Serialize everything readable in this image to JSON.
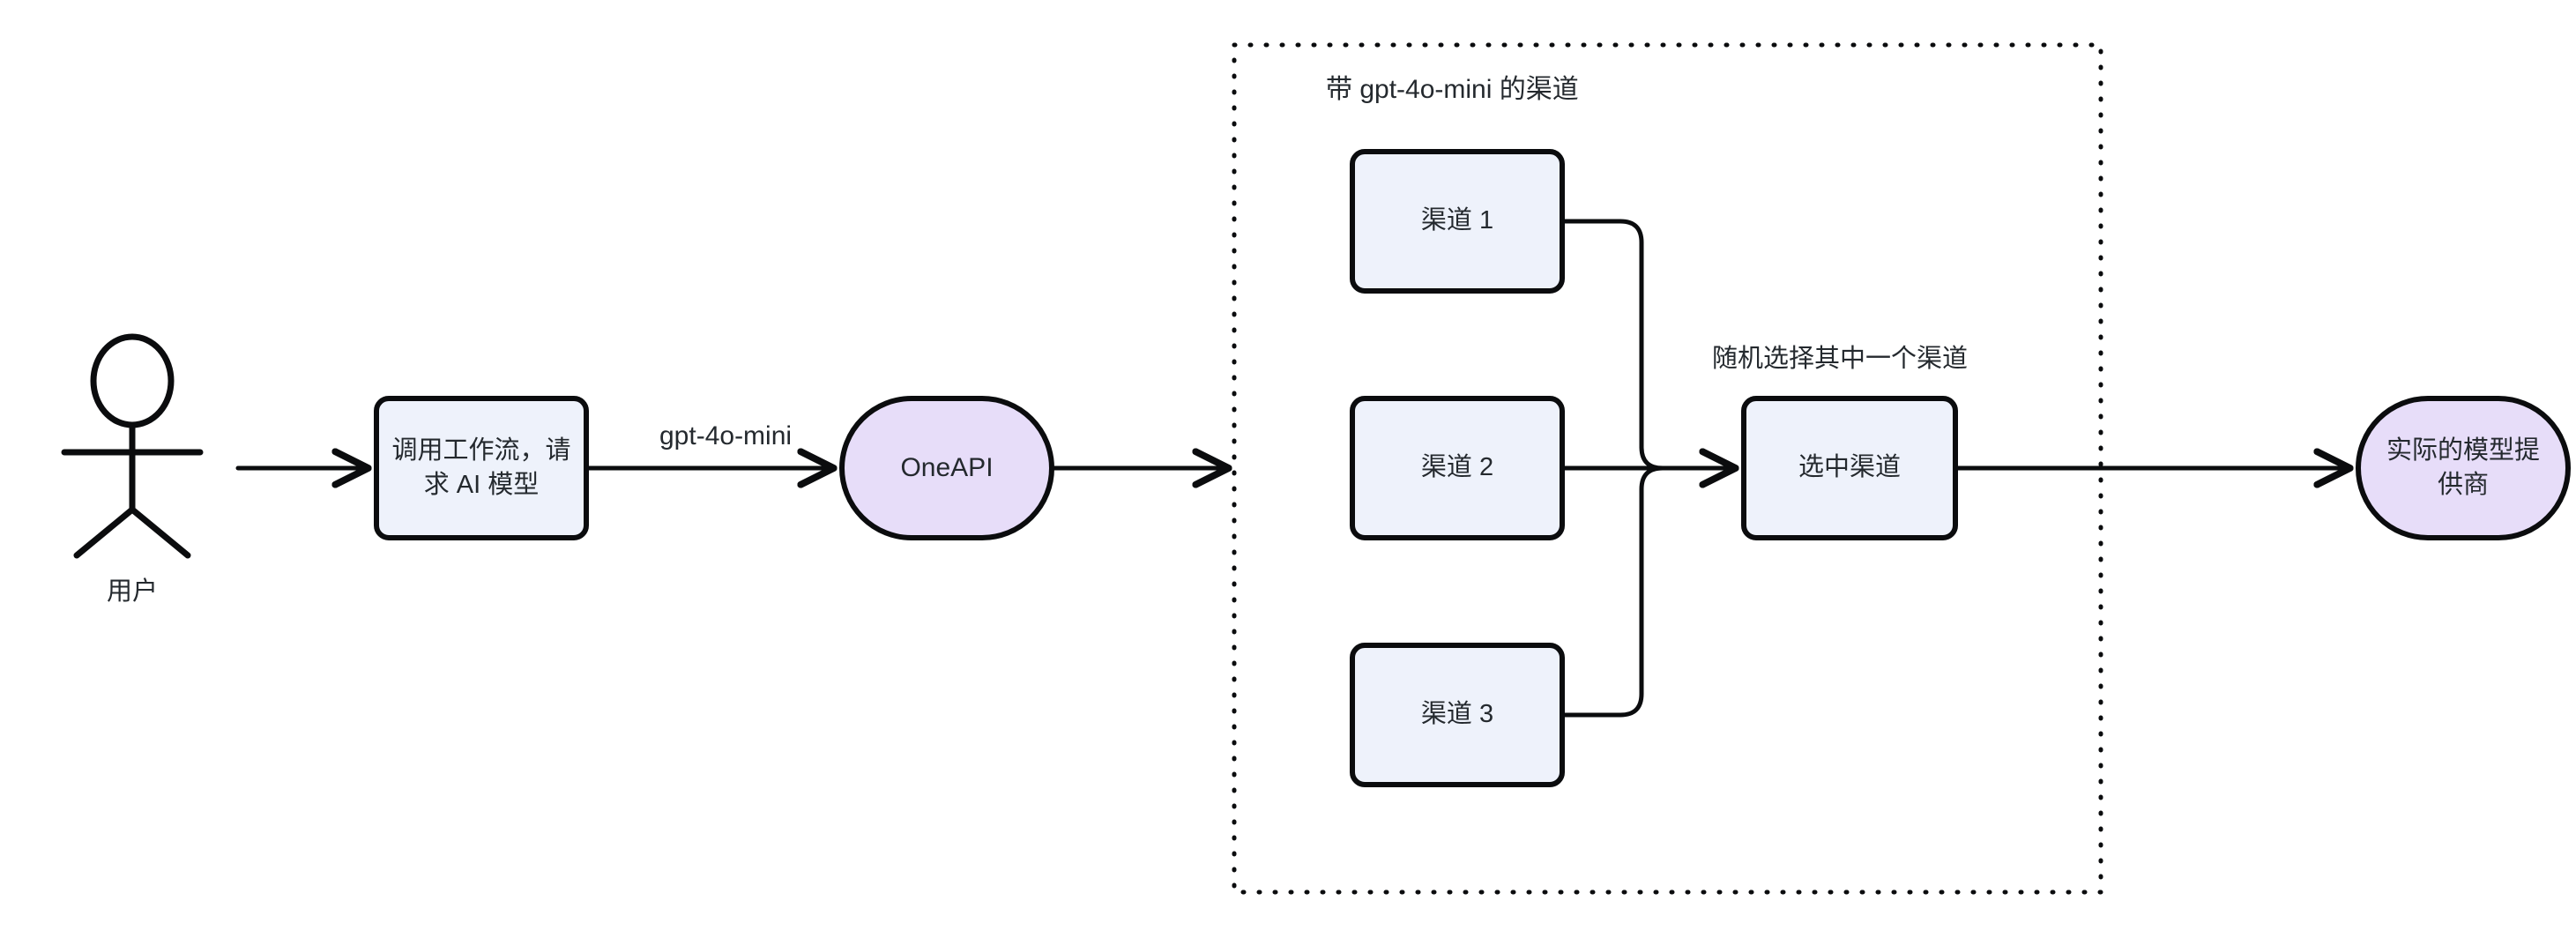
{
  "diagram": {
    "type": "flowchart",
    "title": "OneAPI gpt-4o-mini channel routing flow",
    "colors": {
      "process_fill": "#eef2fb",
      "process_stroke": "#0b0c0e",
      "endpoint_fill": "#e7ddf9",
      "endpoint_stroke": "#0b0c0e",
      "edge_stroke": "#0b0c0e",
      "text": "#24292e",
      "group_border": "#0b0c0e",
      "background": "#ffffff"
    },
    "actor": {
      "name": "actor-user",
      "label": "用户"
    },
    "nodes": [
      {
        "id": "workflow",
        "label": "调用工作流，请\n求 AI 模型",
        "shape": "rounded-rect"
      },
      {
        "id": "oneapi",
        "label": "OneAPI",
        "shape": "stadium"
      },
      {
        "id": "channel1",
        "label": "渠道 1",
        "shape": "rounded-rect"
      },
      {
        "id": "channel2",
        "label": "渠道 2",
        "shape": "rounded-rect"
      },
      {
        "id": "channel3",
        "label": "渠道 3",
        "shape": "rounded-rect"
      },
      {
        "id": "selected",
        "label": "选中渠道",
        "shape": "rounded-rect"
      },
      {
        "id": "provider",
        "label": "实际的模型提\n供商",
        "shape": "stadium"
      }
    ],
    "group": {
      "id": "channel-group",
      "label": "带 gpt-4o-mini 的渠道",
      "border_style": "dotted"
    },
    "edge_labels": {
      "model": "gpt-4o-mini",
      "random_pick": "随机选择其中一个渠道"
    },
    "edges": [
      {
        "from": "user",
        "to": "workflow",
        "label": ""
      },
      {
        "from": "workflow",
        "to": "oneapi",
        "label": "gpt-4o-mini"
      },
      {
        "from": "oneapi",
        "to": "channel-group",
        "label": ""
      },
      {
        "from": "channel1",
        "to": "selected",
        "label": ""
      },
      {
        "from": "channel2",
        "to": "selected",
        "label": "随机选择其中一个渠道"
      },
      {
        "from": "channel3",
        "to": "selected",
        "label": ""
      },
      {
        "from": "selected",
        "to": "provider",
        "label": ""
      }
    ]
  }
}
